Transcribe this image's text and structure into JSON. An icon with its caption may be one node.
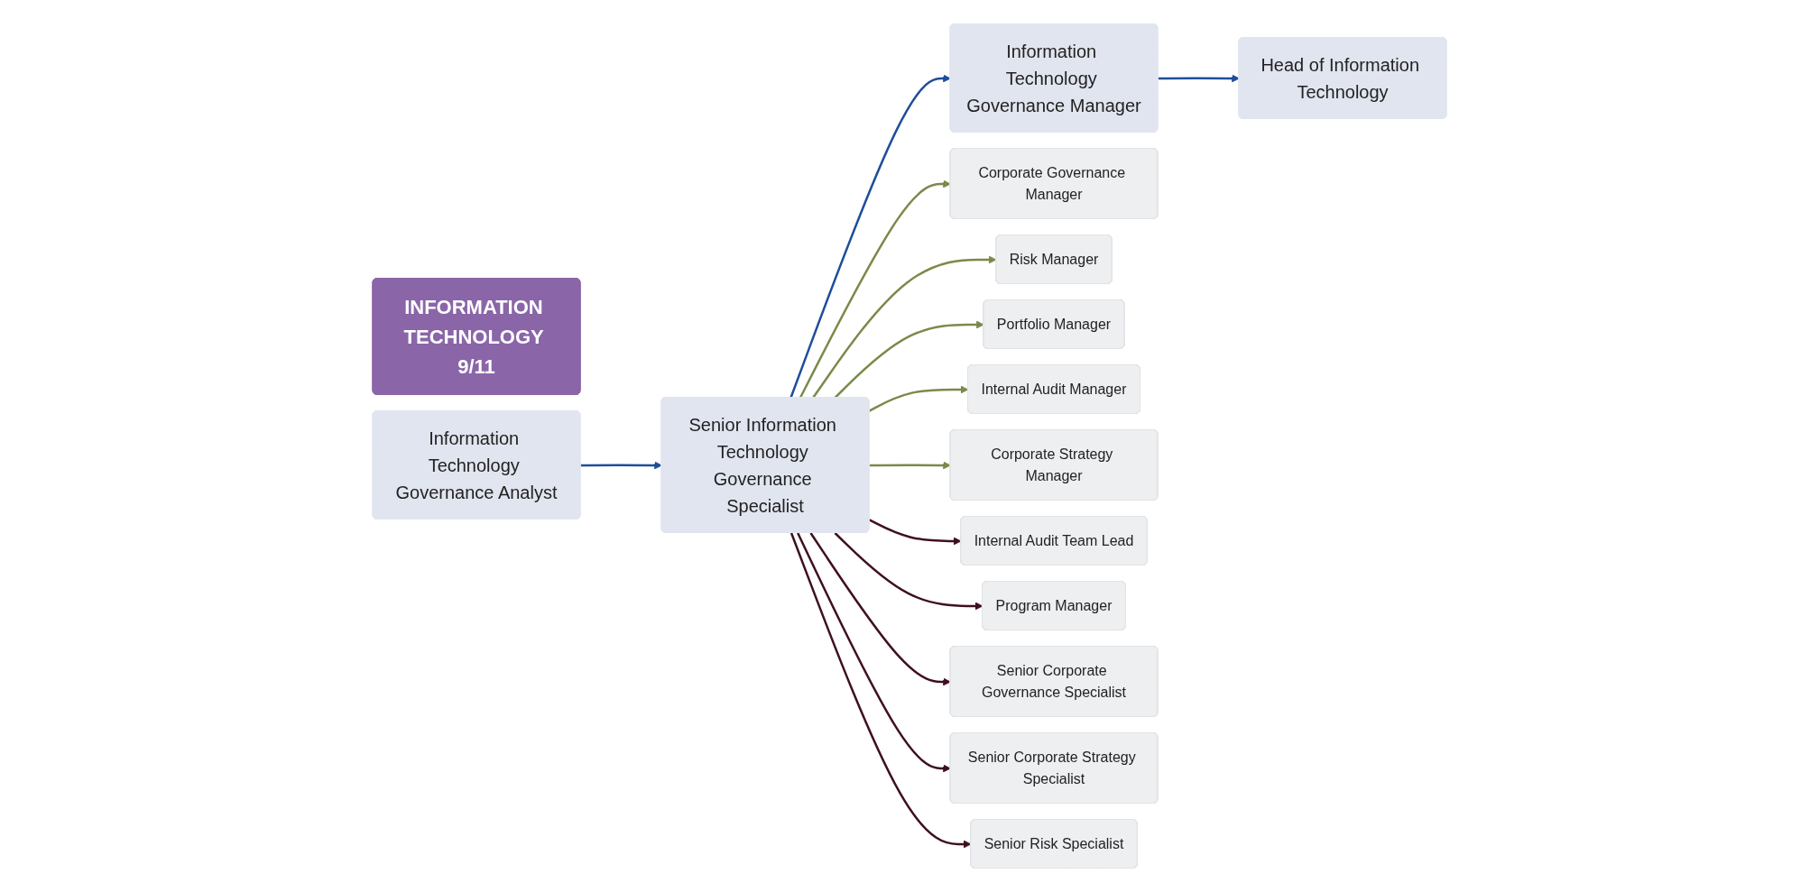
{
  "diagram": {
    "nodes": [
      {
        "text": [
          "INFORMATION TECHNOLOGY 9/11"
        ]
      },
      {
        "text": [
          "Head of Information Technology"
        ]
      },
      {
        "text": [
          "Information Technology Governance Manager"
        ]
      },
      {
        "text": [
          "Senior Information Technology Governance Specialist"
        ]
      },
      {
        "text": [
          "Information Technology Governance Analyst"
        ]
      },
      {
        "text": [
          "Corporate Governance Manager"
        ]
      },
      {
        "text": [
          "Risk Manager"
        ]
      },
      {
        "text": [
          "Portfolio Manager"
        ]
      },
      {
        "text": [
          "Internal Audit Manager"
        ]
      },
      {
        "text": [
          "Corporate Strategy Manager"
        ]
      },
      {
        "text": [
          "Internal Audit Team Lead"
        ]
      },
      {
        "text": [
          "Program Manager"
        ]
      },
      {
        "text": [
          "Senior Corporate Governance Specialist"
        ]
      },
      {
        "text": [
          "Senior Corporate Strategy Specialist"
        ]
      },
      {
        "text": [
          "Senior Risk Specialist"
        ]
      }
    ],
    "edges": [
      {
        "from": 4,
        "to": 3,
        "arrow": "to",
        "color": "#1f4e9a"
      },
      {
        "from": 3,
        "to": 2,
        "arrow": "to",
        "color": "#1f4e9a"
      },
      {
        "from": 2,
        "to": 1,
        "arrow": "to",
        "color": "#1f4e9a"
      },
      {
        "from": 3,
        "to": 5,
        "arrow": "to",
        "color": "#7a8a4a"
      },
      {
        "from": 3,
        "to": 6,
        "arrow": "to",
        "color": "#7a8a4a"
      },
      {
        "from": 3,
        "to": 7,
        "arrow": "to",
        "color": "#7a8a4a"
      },
      {
        "from": 3,
        "to": 8,
        "arrow": "to",
        "color": "#7a8a4a"
      },
      {
        "from": 3,
        "to": 9,
        "arrow": "to",
        "color": "#7a8a4a"
      },
      {
        "from": 3,
        "to": 10,
        "arrow": "to",
        "color": "#3f0f1f"
      },
      {
        "from": 3,
        "to": 11,
        "arrow": "to",
        "color": "#3f0f1f"
      },
      {
        "from": 3,
        "to": 12,
        "arrow": "to",
        "color": "#3f0f1f"
      },
      {
        "from": 3,
        "to": 13,
        "arrow": "to",
        "color": "#3f0f1f"
      },
      {
        "from": 3,
        "to": 14,
        "arrow": "to",
        "color": "#3f0f1f"
      }
    ]
  }
}
